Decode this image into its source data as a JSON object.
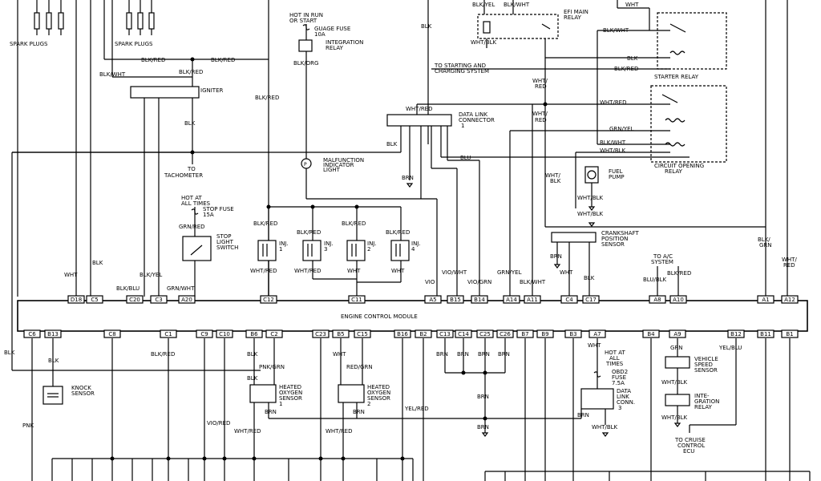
{
  "labels": {
    "spark_plugs_left": "SPARK PLUGS",
    "spark_plugs_right": "SPARK PLUGS",
    "blk_red_1": "BLK/RED",
    "blk_red_2": "BLK/RED",
    "blk_wht_1": "BLK/WHT",
    "blk_red_igniter": "BLK/RED",
    "igniter": "IGNITER",
    "blk_red_3": "BLK/RED",
    "blk_igniter": "BLK",
    "to_tachometer_1": "TO",
    "to_tachometer_2": "TACHOMETER",
    "hot_in_run_1": "HOT IN RUN",
    "hot_in_run_2": "OR START",
    "gauge_fuse_1": "GUAGE FUSE",
    "gauge_fuse_2": "10A",
    "integration_relay_1": "INTEGRATION",
    "integration_relay_2": "RELAY",
    "blk_org": "BLK/ORG",
    "malfunction_1": "MALFUNCTION",
    "malfunction_2": "INDICATOR",
    "malfunction_3": "LIGHT",
    "blk_top": "BLK",
    "blk_yel_top": "BLK/YEL",
    "blk_wht_top": "BLK/WHT",
    "efi_main_relay_1": "EFI MAIN",
    "efi_main_relay_2": "RELAY",
    "wht_blk_efi": "WHT/BLK",
    "wht_top": "WHT",
    "blk_wht_starter": "BLK/WHT",
    "blk_starter": "BLK",
    "to_starting_1": "TO STARTING AND",
    "to_starting_2": "CHARGING SYSTEM",
    "blk_red_starter": "BLK/RED",
    "starter_relay": "STARTER RELAY",
    "wht_red_1": "WHT/",
    "wht_red_2": "RED",
    "wht_red_dlc": "WHT/RED",
    "wht_red_right": "WHT/RED",
    "data_link_1": "DATA LINK",
    "data_link_2": "CONNECTOR",
    "data_link_3": "1",
    "wht_red_v_1": "WHT/",
    "wht_red_v_2": "RED",
    "grn_yel": "GRN/YEL",
    "blk_wht_r": "BLK/WHT",
    "wht_blk_r": "WHT/BLK",
    "blu": "BLU",
    "blk_dlc": "BLK",
    "brn_dlc": "BRN",
    "circuit_opening_1": "CIRCUIT OPENING",
    "circuit_opening_2": "RELAY",
    "fuel_pump_1": "FUEL",
    "fuel_pump_2": "PUMP",
    "wht_blk_fp_1": "WHT/",
    "wht_blk_fp_2": "BLK",
    "wht_blk_fp_3": "WHT/BLK",
    "wht_blk_fp_4": "WHT/BLK",
    "hot_all_times_1": "HOT AT",
    "hot_all_times_2": "ALL TIMES",
    "stop_fuse_1": "STOP FUSE",
    "stop_fuse_2": "15A",
    "grn_red": "GRN/RED",
    "stop_light_1": "STOP",
    "stop_light_2": "LIGHT",
    "stop_light_3": "SWITCH",
    "blk_red_inj_top": "BLK/RED",
    "blk_red_inj1": "BLK/RED",
    "blk_red_inj2": "BLK/RED",
    "blk_red_inj3": "BLK/RED",
    "blk_red_inj4": "BLK/RED",
    "inj1_1": "INJ.",
    "inj1_2": "1",
    "inj3_1": "INJ.",
    "inj3_2": "3",
    "inj2_1": "INJ.",
    "inj2_2": "2",
    "inj4_1": "INJ.",
    "inj4_2": "4",
    "wht_red_inj1": "WHT/RED",
    "wht_red_inj3": "WHT/RED",
    "wht_inj2": "WHT",
    "wht_inj4": "WHT",
    "crank_1": "CRANKSHAFT",
    "crank_2": "POSITION",
    "crank_3": "SENSOR",
    "brn_crank": "BRN",
    "to_ac_1": "TO A/C",
    "to_ac_2": "SYSTEM",
    "blk_red_ac": "BLK/RED",
    "blu_blk": "BLU/BLK",
    "blk_grn_1": "BLK/",
    "blk_grn_2": "GRN",
    "wht_red_far_1": "WHT/",
    "wht_red_far_2": "RED",
    "wht_left": "WHT",
    "blk_left": "BLK",
    "blk_blu": "BLK/BLU",
    "blk_yel": "BLK/YEL",
    "grn_wht": "GRN/WHT",
    "vio": "VIO",
    "vio_wht": "VIO/WHT",
    "vio_grn": "VIO/GRN",
    "grn_yel_2": "GRN/YEL",
    "blk_wht_2": "BLK/WHT",
    "wht_crank": "WHT",
    "blk_crank": "BLK",
    "ecm": "ENGINE CONTROL MODULE",
    "blk_far_left": "BLK",
    "blk_knock": "BLK",
    "knock_1": "KNOCK",
    "knock_2": "SENSOR",
    "pnk": "PNK",
    "blk_red_c1": "BLK/RED",
    "vio_red": "VIO/RED",
    "blk_b6": "BLK",
    "pnk_grn": "PNK/GRN",
    "blk_ho2": "BLK",
    "heated1_1": "HEATED",
    "heated1_2": "OXYGEN",
    "heated1_3": "SENSOR",
    "heated1_4": "1",
    "brn_ho1": "BRN",
    "wht_red_ho1": "WHT/RED",
    "wht_c23": "WHT",
    "red_grn": "RED/GRN",
    "heated2_1": "HEATED",
    "heated2_2": "OXYGEN",
    "heated2_3": "SENSOR",
    "heated2_4": "2",
    "brn_ho2": "BRN",
    "wht_red_ho2": "WHT/RED",
    "yel_red": "YEL/RED",
    "brn_c13": "BRN",
    "brn_c14": "BRN",
    "brn_c25": "BRN",
    "brn_c26": "BRN",
    "brn_mid": "BRN",
    "brn_low": "BRN",
    "wht_a7": "WHT",
    "hot_all_2_1": "HOT AT",
    "hot_all_2_2": "ALL",
    "hot_all_2_3": "TIMES",
    "obd_1": "OBD2",
    "obd_2": "FUSE",
    "obd_3": "7.5A",
    "dlc3_1": "DATA",
    "dlc3_2": "LINK",
    "dlc3_3": "CONN.",
    "dlc3_4": "3",
    "brn_dlc3": "BRN",
    "wht_blk_dlc3": "WHT/BLK",
    "grn_vss": "GRN",
    "yel_blu": "YEL/BLU",
    "vss_1": "VEHICLE",
    "vss_2": "SPEED",
    "vss_3": "SENSOR",
    "wht_blk_vss": "WHT/BLK",
    "int_relay_1": "INTE-",
    "int_relay_2": "GRATION",
    "int_relay_3": "RELAY",
    "wht_blk_int": "WHT/BLK",
    "cruise_1": "TO CRUISE",
    "cruise_2": "CONTROL",
    "cruise_3": "ECU"
  },
  "ecm_pins_top": [
    "D18",
    "C5",
    "C20",
    "C3",
    "A20",
    "C12",
    "C11",
    "A5",
    "B15",
    "B14",
    "A14",
    "A11",
    "C4",
    "C17",
    "A8",
    "A10",
    "A1",
    "A12"
  ],
  "ecm_pins_bottom": [
    "C6",
    "B13",
    "C8",
    "C1",
    "C9",
    "C10",
    "B6",
    "C2",
    "C23",
    "B5",
    "C15",
    "B16",
    "B2",
    "C13",
    "C14",
    "C25",
    "C26",
    "B7",
    "B9",
    "B3",
    "A7",
    "B4",
    "A9",
    "B12",
    "B11",
    "B1"
  ]
}
